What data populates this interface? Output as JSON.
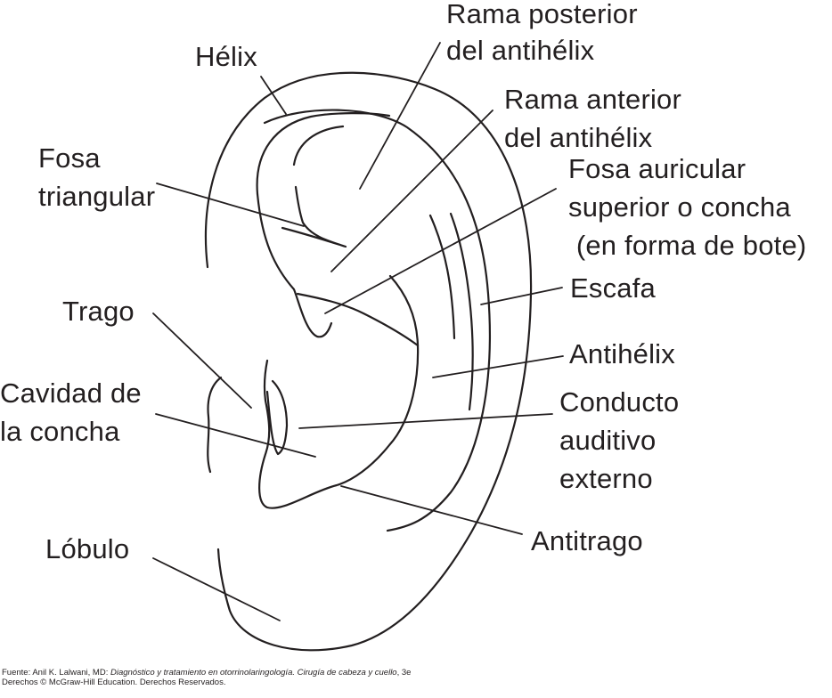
{
  "labels": {
    "helix": "Hélix",
    "rama_posterior": [
      "Rama posterior",
      "del antihélix"
    ],
    "rama_anterior": [
      "Rama anterior",
      "del antihélix"
    ],
    "fosa_triangular": [
      "Fosa",
      "triangular"
    ],
    "fosa_auricular": [
      "Fosa auricular",
      "superior o concha",
      " (en forma de bote)"
    ],
    "escafa": "Escafa",
    "trago": "Trago",
    "antihelix": "Antihélix",
    "cavidad": [
      "Cavidad de",
      "la concha"
    ],
    "conducto": [
      "Conducto",
      "auditivo",
      "externo"
    ],
    "antitrago": "Antitrago",
    "lobulo": "Lóbulo"
  },
  "source": {
    "line1_prefix": "Fuente: Anil K. Lalwani, MD: ",
    "line1_title": "Diagnóstico y tratamiento en otorrinolaringología. Cirugía de cabeza y cuello",
    "line1_suffix": ", 3e",
    "line2": "Derechos © McGraw-Hill Education. Derechos Reservados."
  }
}
